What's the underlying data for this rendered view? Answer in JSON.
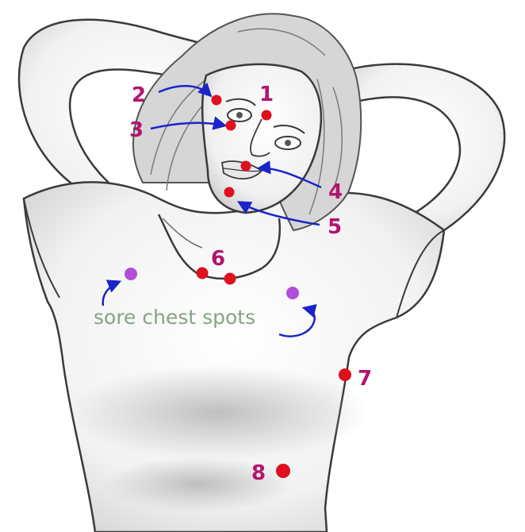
{
  "diagram": {
    "colors": {
      "point_red": "#e0101e",
      "point_purple": "#b04fd8",
      "number_magenta": "#b0156e",
      "arrow_blue": "#1a24c8",
      "caption_green": "#86a486",
      "outline": "#3a3a3a",
      "skin_shade": "#bdbdbd",
      "hair": "#7a7a7a"
    },
    "points": [
      {
        "number": "1",
        "location": "inner eye corner"
      },
      {
        "number": "2",
        "location": "start of eyebrow"
      },
      {
        "number": "3",
        "location": "under the eye"
      },
      {
        "number": "4",
        "location": "under the nose"
      },
      {
        "number": "5",
        "location": "chin"
      },
      {
        "number": "6",
        "location": "collarbone"
      },
      {
        "number": "7",
        "location": "under the arm"
      },
      {
        "number": "8",
        "location": "below the ribs"
      }
    ],
    "sore_spots": {
      "caption": "sore chest spots",
      "marker_color_name": "purple"
    }
  }
}
